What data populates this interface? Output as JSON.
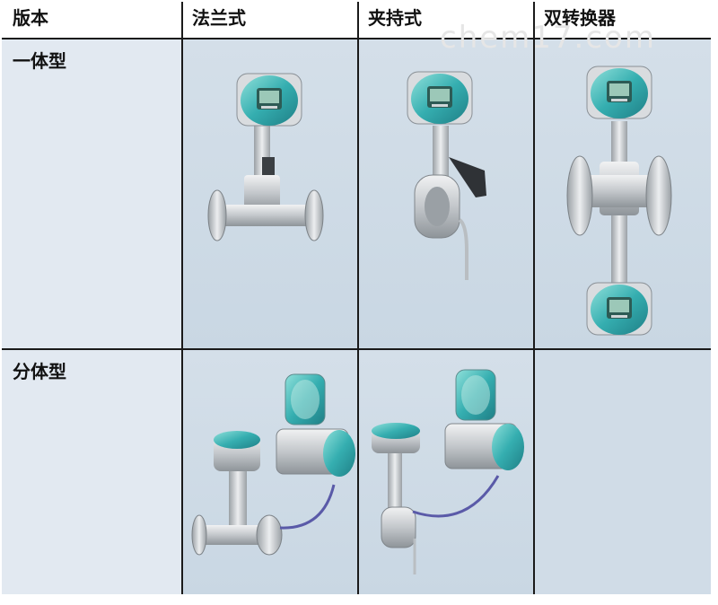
{
  "table": {
    "headers": [
      "版本",
      "法兰式",
      "夹持式",
      "双转换器"
    ],
    "rows": [
      {
        "label": "一体型"
      },
      {
        "label": "分体型"
      }
    ]
  },
  "watermark": "chem17.com",
  "colors": {
    "cell_bg": "#d4dfe9",
    "transmitter_head": "#3cb2b2",
    "steel": "#c8ccd0",
    "cable": "#5a5aa8"
  }
}
